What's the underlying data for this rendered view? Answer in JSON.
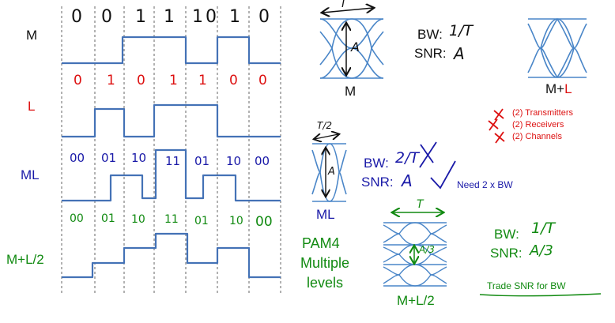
{
  "colors": {
    "black": "#111111",
    "red": "#dd1111",
    "blue": "#1a1aa8",
    "green": "#118a11",
    "waveform": "#4472b6",
    "eye": "#4a86c8"
  },
  "rows": [
    {
      "name": "M",
      "color": "#111111",
      "bits": [
        "0",
        "0",
        "1",
        "1",
        "1",
        "0",
        "1",
        "0"
      ]
    },
    {
      "name": "L",
      "color": "#dd1111",
      "bits": [
        "0",
        "1",
        "0",
        "1",
        "1",
        "0",
        "0"
      ]
    },
    {
      "name": "ML",
      "color": "#1a1aa8",
      "bits": [
        "00",
        "01",
        "10",
        "11",
        "01",
        "10",
        "00"
      ]
    },
    {
      "name": "M+L/2",
      "color": "#118a11",
      "bits": [
        "00",
        "01",
        "10",
        "11",
        "01",
        "10",
        "00"
      ]
    }
  ],
  "eyes": {
    "m": {
      "caption": "M",
      "top_mark": "T",
      "amp": "A"
    },
    "ml": {
      "caption": "ML",
      "top_mark": "T/2",
      "amp": "A"
    },
    "ml2": {
      "caption": "M+L/2",
      "top_mark": "T",
      "amp": "A/3"
    },
    "mpl": {
      "caption_m": "M+",
      "caption_l": "L"
    }
  },
  "notes": {
    "m": {
      "bw_label": "BW:",
      "bw_value": "1/T",
      "snr_label": "SNR:",
      "snr_value": "A"
    },
    "ml": {
      "bw_label": "BW:",
      "bw_value": "2/T",
      "snr_label": "SNR:",
      "snr_value": "A",
      "need": "Need 2 x BW"
    },
    "ml2": {
      "bw_label": "BW:",
      "bw_value": "1/T",
      "snr_label": "SNR:",
      "snr_value": "A/3",
      "trade": "Trade SNR for BW"
    }
  },
  "mpl_list": [
    "(2) Transmitters",
    "(2) Receivers",
    "(2) Channels"
  ],
  "pam4": [
    "PAM4",
    "Multiple",
    "levels"
  ]
}
